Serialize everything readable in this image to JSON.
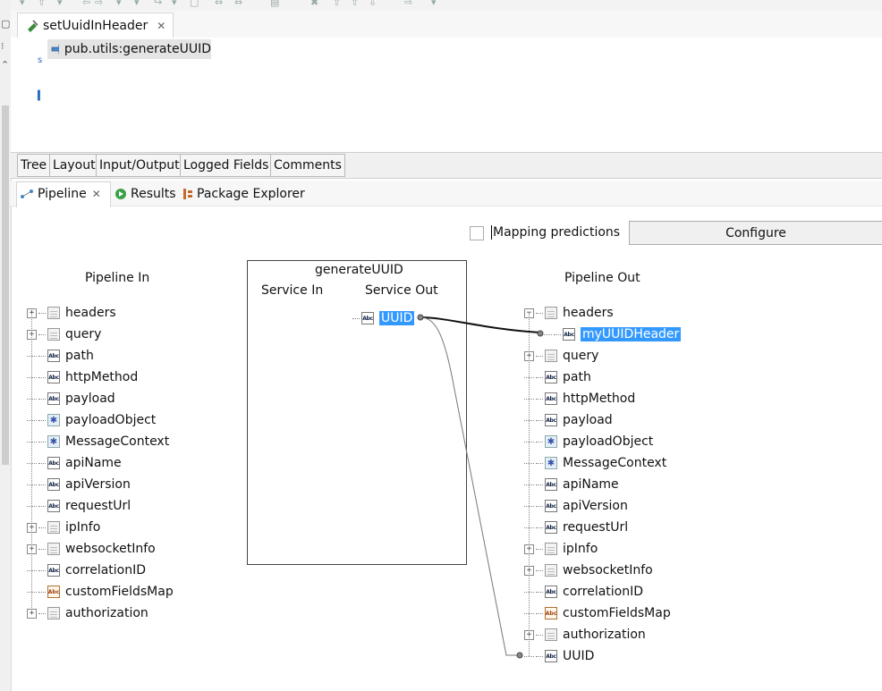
{
  "editor": {
    "tab_title": "setUuidInHeader",
    "flow_step": "pub.utils:generateUUID"
  },
  "view_tabs": [
    "Tree",
    "Layout",
    "Input/Output",
    "Logged Fields",
    "Comments"
  ],
  "panel_tabs": {
    "pipeline": "Pipeline",
    "results": "Results",
    "package_explorer": "Package Explorer"
  },
  "mapping": {
    "predictions_label": "Mapping predictions",
    "predictions_checked": false,
    "configure_label": "Configure"
  },
  "pipeline_in": {
    "title": "Pipeline In",
    "items": [
      {
        "label": "headers",
        "type": "document",
        "expand": "plus"
      },
      {
        "label": "query",
        "type": "document",
        "expand": "plus"
      },
      {
        "label": "path",
        "type": "string",
        "expand": "none"
      },
      {
        "label": "httpMethod",
        "type": "string",
        "expand": "none"
      },
      {
        "label": "payload",
        "type": "string",
        "expand": "none"
      },
      {
        "label": "payloadObject",
        "type": "object",
        "expand": "none"
      },
      {
        "label": "MessageContext",
        "type": "object",
        "expand": "none"
      },
      {
        "label": "apiName",
        "type": "string",
        "expand": "none"
      },
      {
        "label": "apiVersion",
        "type": "string",
        "expand": "none"
      },
      {
        "label": "requestUrl",
        "type": "string",
        "expand": "none"
      },
      {
        "label": "ipInfo",
        "type": "document",
        "expand": "plus"
      },
      {
        "label": "websocketInfo",
        "type": "document",
        "expand": "plus"
      },
      {
        "label": "correlationID",
        "type": "string",
        "expand": "none"
      },
      {
        "label": "customFieldsMap",
        "type": "map",
        "expand": "none"
      },
      {
        "label": "authorization",
        "type": "document",
        "expand": "plus"
      }
    ]
  },
  "service": {
    "name": "generateUUID",
    "in_label": "Service In",
    "out_label": "Service Out",
    "outputs": [
      {
        "label": "UUID",
        "type": "string",
        "selected": true
      }
    ]
  },
  "pipeline_out": {
    "title": "Pipeline Out",
    "items": [
      {
        "label": "headers",
        "type": "document",
        "expand": "minus"
      },
      {
        "label": "myUUIDHeader",
        "type": "string",
        "expand": "child",
        "selected": true
      },
      {
        "label": "query",
        "type": "document",
        "expand": "plus"
      },
      {
        "label": "path",
        "type": "string",
        "expand": "none"
      },
      {
        "label": "httpMethod",
        "type": "string",
        "expand": "none"
      },
      {
        "label": "payload",
        "type": "string",
        "expand": "none"
      },
      {
        "label": "payloadObject",
        "type": "object",
        "expand": "none"
      },
      {
        "label": "MessageContext",
        "type": "object",
        "expand": "none"
      },
      {
        "label": "apiName",
        "type": "string",
        "expand": "none"
      },
      {
        "label": "apiVersion",
        "type": "string",
        "expand": "none"
      },
      {
        "label": "requestUrl",
        "type": "string",
        "expand": "none"
      },
      {
        "label": "ipInfo",
        "type": "document",
        "expand": "plus"
      },
      {
        "label": "websocketInfo",
        "type": "document",
        "expand": "plus"
      },
      {
        "label": "correlationID",
        "type": "string",
        "expand": "none"
      },
      {
        "label": "customFieldsMap",
        "type": "map",
        "expand": "none"
      },
      {
        "label": "authorization",
        "type": "document",
        "expand": "plus"
      },
      {
        "label": "UUID",
        "type": "string",
        "expand": "none"
      }
    ]
  },
  "icon_names": {
    "document": "document-icon",
    "string": "string-abc-icon",
    "object": "object-icon",
    "map": "map-icon"
  }
}
